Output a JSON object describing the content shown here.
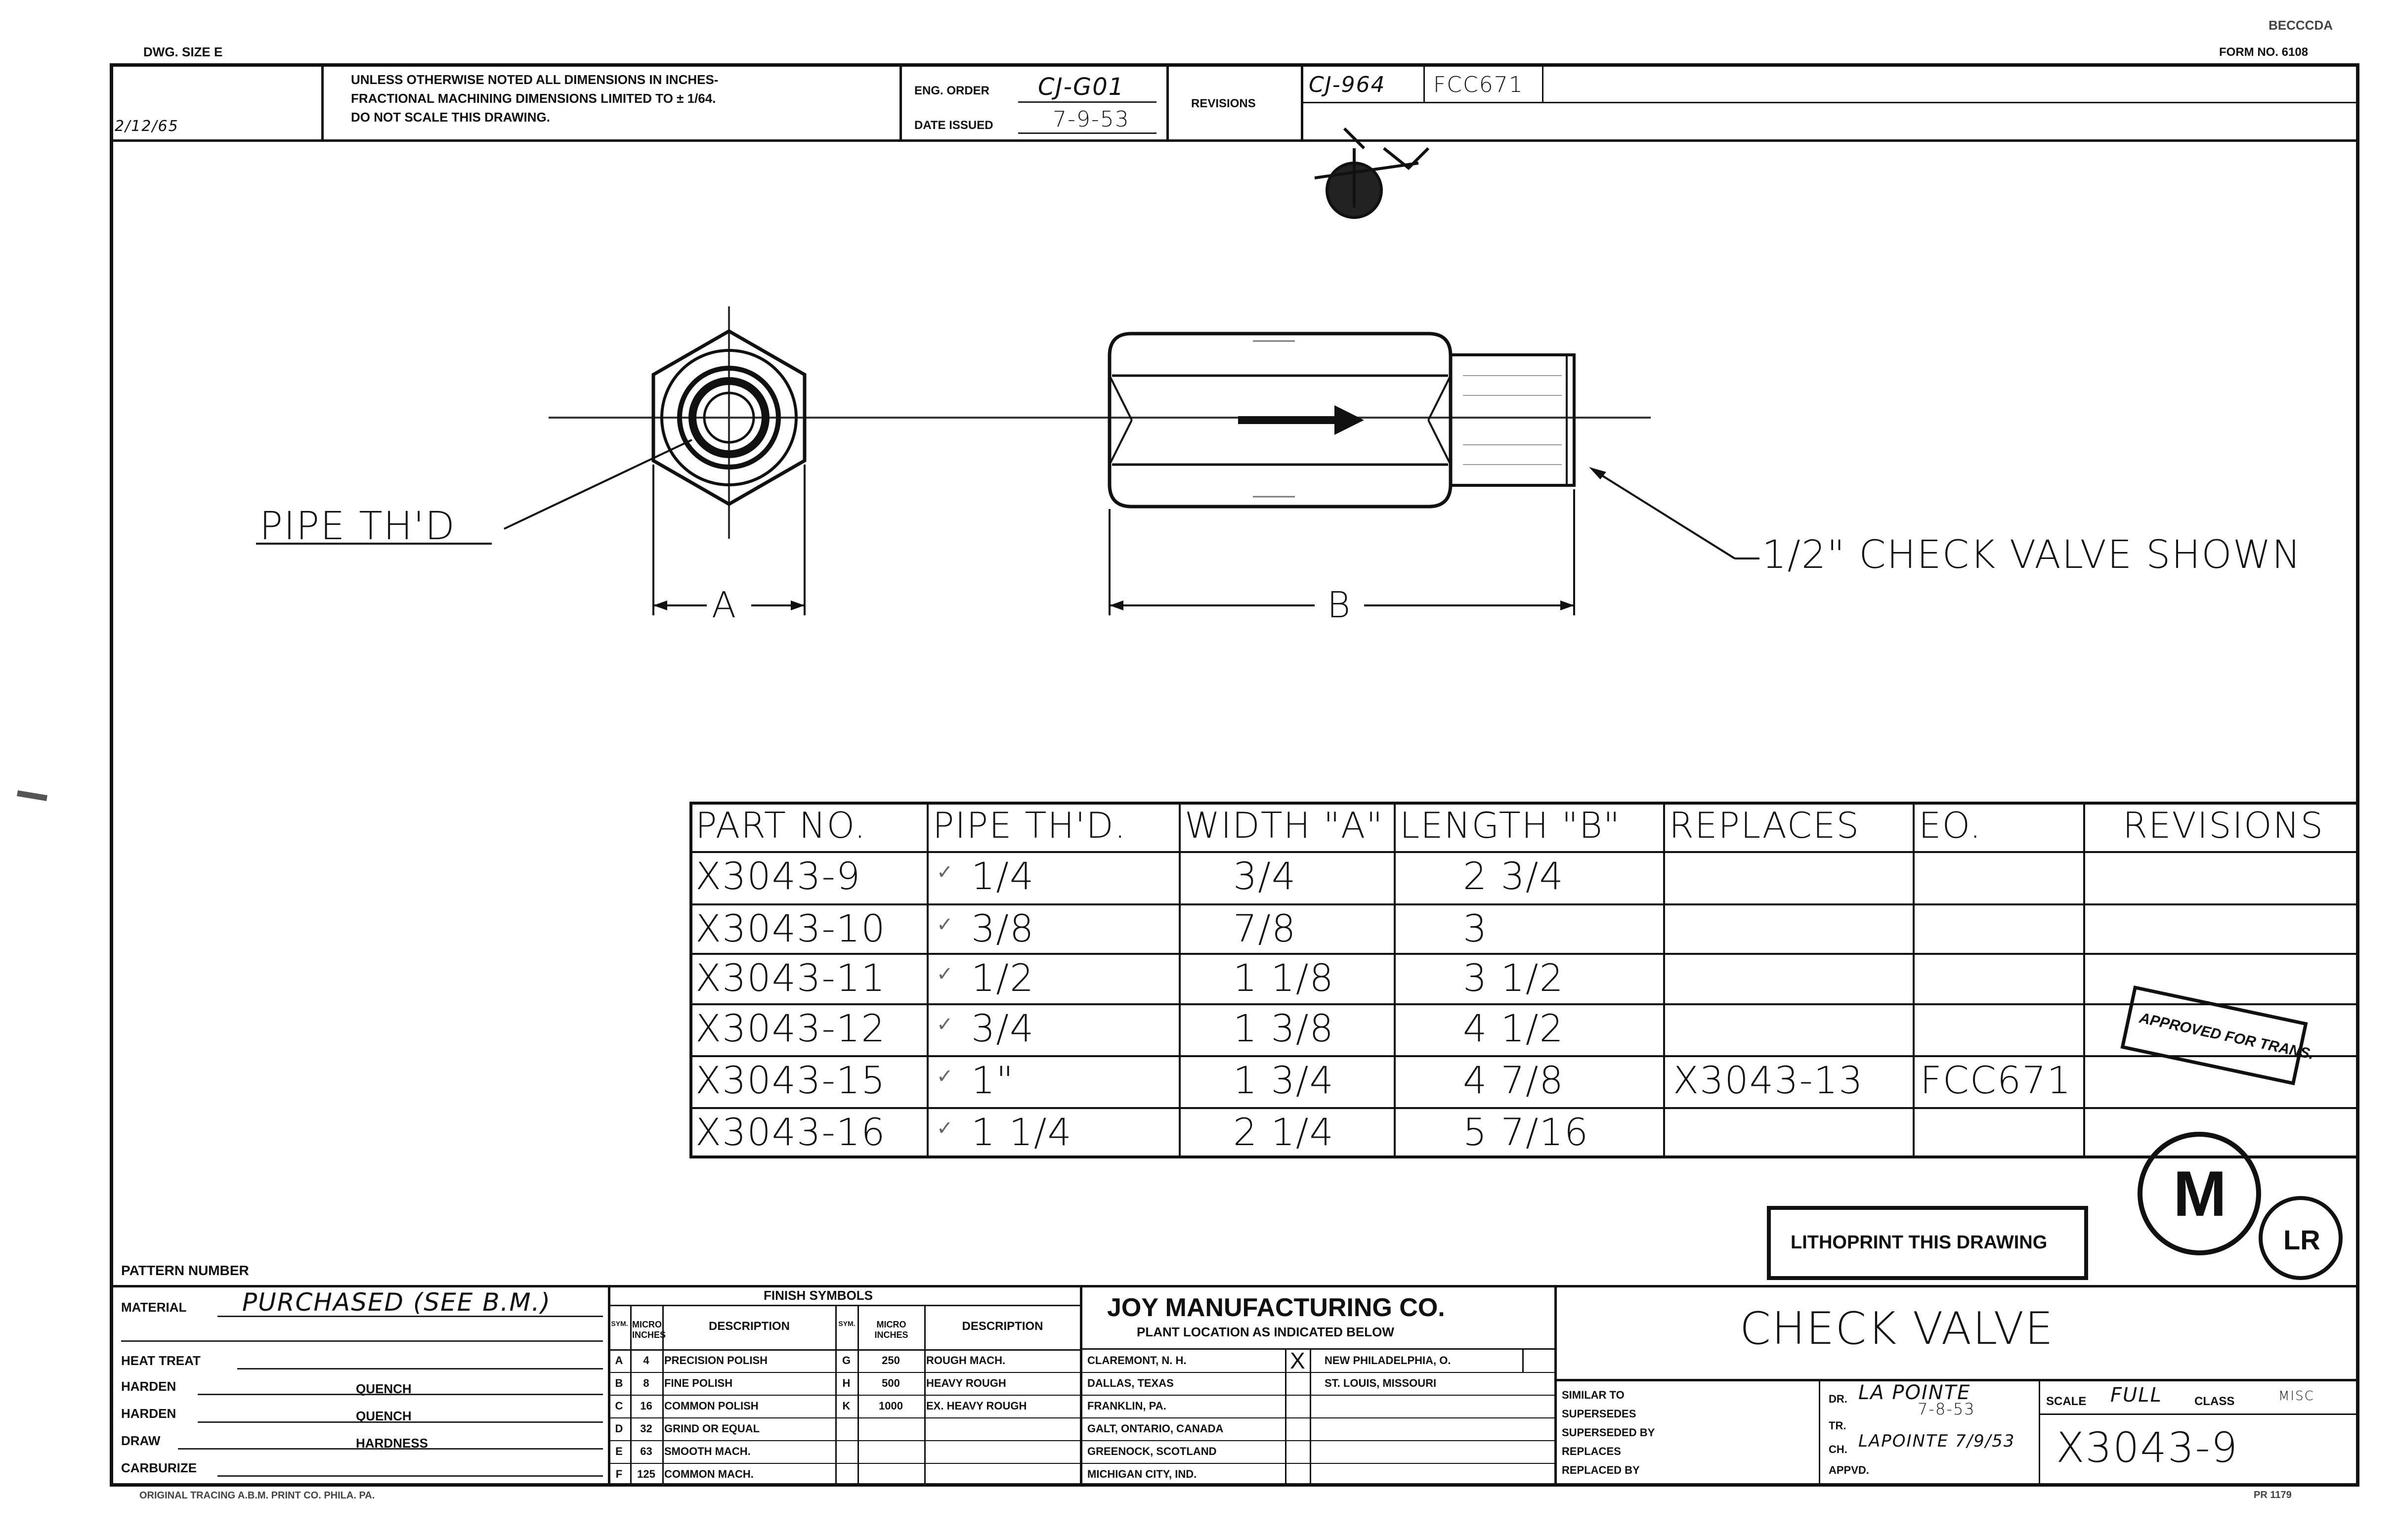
{
  "header": {
    "dwg_size": "DWG. SIZE E",
    "code_top_right": "BECCCDA",
    "form_no": "FORM NO. 6108",
    "date_left": "2/12/65",
    "note_line1": "UNLESS OTHERWISE NOTED ALL DIMENSIONS IN INCHES-",
    "note_line2": "FRACTIONAL MACHINING DIMENSIONS LIMITED TO ± 1/64.",
    "note_line3": "DO NOT SCALE THIS DRAWING.",
    "eng_order_label": "ENG. ORDER",
    "eng_order_value": "CJ-G01",
    "date_issued_label": "DATE ISSUED",
    "date_issued_value": "7-9-53",
    "revisions_label": "REVISIONS",
    "revision_1": "CJ-964",
    "revision_2": "FCC671"
  },
  "drawing": {
    "label_pipe": "PIPE TH'D",
    "label_a": "A",
    "label_b": "B",
    "label_shown": "1/2\" CHECK VALVE SHOWN"
  },
  "table": {
    "headers": [
      "PART NO.",
      "PIPE TH'D.",
      "WIDTH \"A\"",
      "LENGTH \"B\"",
      "REPLACES",
      "EO.",
      "REVISIONS"
    ],
    "rows": [
      [
        "X3043-9",
        "1/4",
        "3/4",
        "2 3/4",
        "",
        "",
        ""
      ],
      [
        "X3043-10",
        "3/8",
        "7/8",
        "3",
        "",
        "",
        ""
      ],
      [
        "X3043-11",
        "1/2",
        "1 1/8",
        "3 1/2",
        "",
        "",
        ""
      ],
      [
        "X3043-12",
        "3/4",
        "1 3/8",
        "4 1/2",
        "",
        "",
        ""
      ],
      [
        "X3043-15",
        "1\"",
        "1 3/4",
        "4 7/8",
        "X3043-13",
        "FCC671",
        ""
      ],
      [
        "X3043-16",
        "1 1/4",
        "2 1/4",
        "5 7/16",
        "",
        "",
        ""
      ]
    ]
  },
  "stamps": {
    "approved": "APPROVED FOR TRANS.",
    "lithoprint": "LITHOPRINT THIS DRAWING",
    "m_logo": "M",
    "lr_logo": "LR"
  },
  "title_block": {
    "pattern_number": "PATTERN NUMBER",
    "material_label": "MATERIAL",
    "material_value": "PURCHASED (SEE B.M.)",
    "heat_treat": "HEAT TREAT",
    "harden1": "HARDEN",
    "quench1": "QUENCH",
    "harden2": "HARDEN",
    "quench2": "QUENCH",
    "draw": "DRAW",
    "hardness": "HARDNESS",
    "carburize": "CARBURIZE",
    "footer_left": "ORIGINAL TRACING    A.B.M. PRINT CO.  PHILA. PA.",
    "finish_title": "FINISH SYMBOLS",
    "finish_headers": [
      "SYM.",
      "MICRO INCHES",
      "DESCRIPTION",
      "SYM.",
      "MICRO INCHES",
      "DESCRIPTION"
    ],
    "finish_rows": [
      [
        "A",
        "4",
        "PRECISION POLISH",
        "G",
        "250",
        "ROUGH MACH."
      ],
      [
        "B",
        "8",
        "FINE POLISH",
        "H",
        "500",
        "HEAVY ROUGH"
      ],
      [
        "C",
        "16",
        "COMMON POLISH",
        "K",
        "1000",
        "EX. HEAVY ROUGH"
      ],
      [
        "D",
        "32",
        "GRIND OR EQUAL",
        "",
        "",
        ""
      ],
      [
        "E",
        "63",
        "SMOOTH MACH.",
        "",
        "",
        ""
      ],
      [
        "F",
        "125",
        "COMMON MACH.",
        "",
        "",
        ""
      ]
    ],
    "company": "JOY MANUFACTURING CO.",
    "plant_location": "PLANT LOCATION AS INDICATED BELOW",
    "plants_left": [
      "CLAREMONT, N. H.",
      "DALLAS, TEXAS",
      "FRANKLIN, PA.",
      "GALT, ONTARIO, CANADA",
      "GREENOCK, SCOTLAND",
      "MICHIGAN CITY, IND."
    ],
    "plants_right": [
      "NEW PHILADELPHIA, O.",
      "ST. LOUIS, MISSOURI",
      "",
      "",
      "",
      ""
    ],
    "plant_mark": "X",
    "title": "CHECK VALVE",
    "similar_to": "SIMILAR TO",
    "supersedes": "SUPERSEDES",
    "superseded_by": "SUPERSEDED BY",
    "replaces": "REPLACES",
    "replaced_by": "REPLACED BY",
    "dr_label": "DR.",
    "dr_value": "LA POINTE",
    "dr_date": "7-8-53",
    "tr_label": "TR.",
    "ch_label": "CH.",
    "ch_value": "LAPOINTE 7/9/53",
    "appvd_label": "APPVD.",
    "scale_label": "SCALE",
    "scale_value": "FULL",
    "class_label": "CLASS",
    "class_value": "MISC",
    "drawing_number": "X3043-9",
    "footer_right": "PR 1179"
  }
}
